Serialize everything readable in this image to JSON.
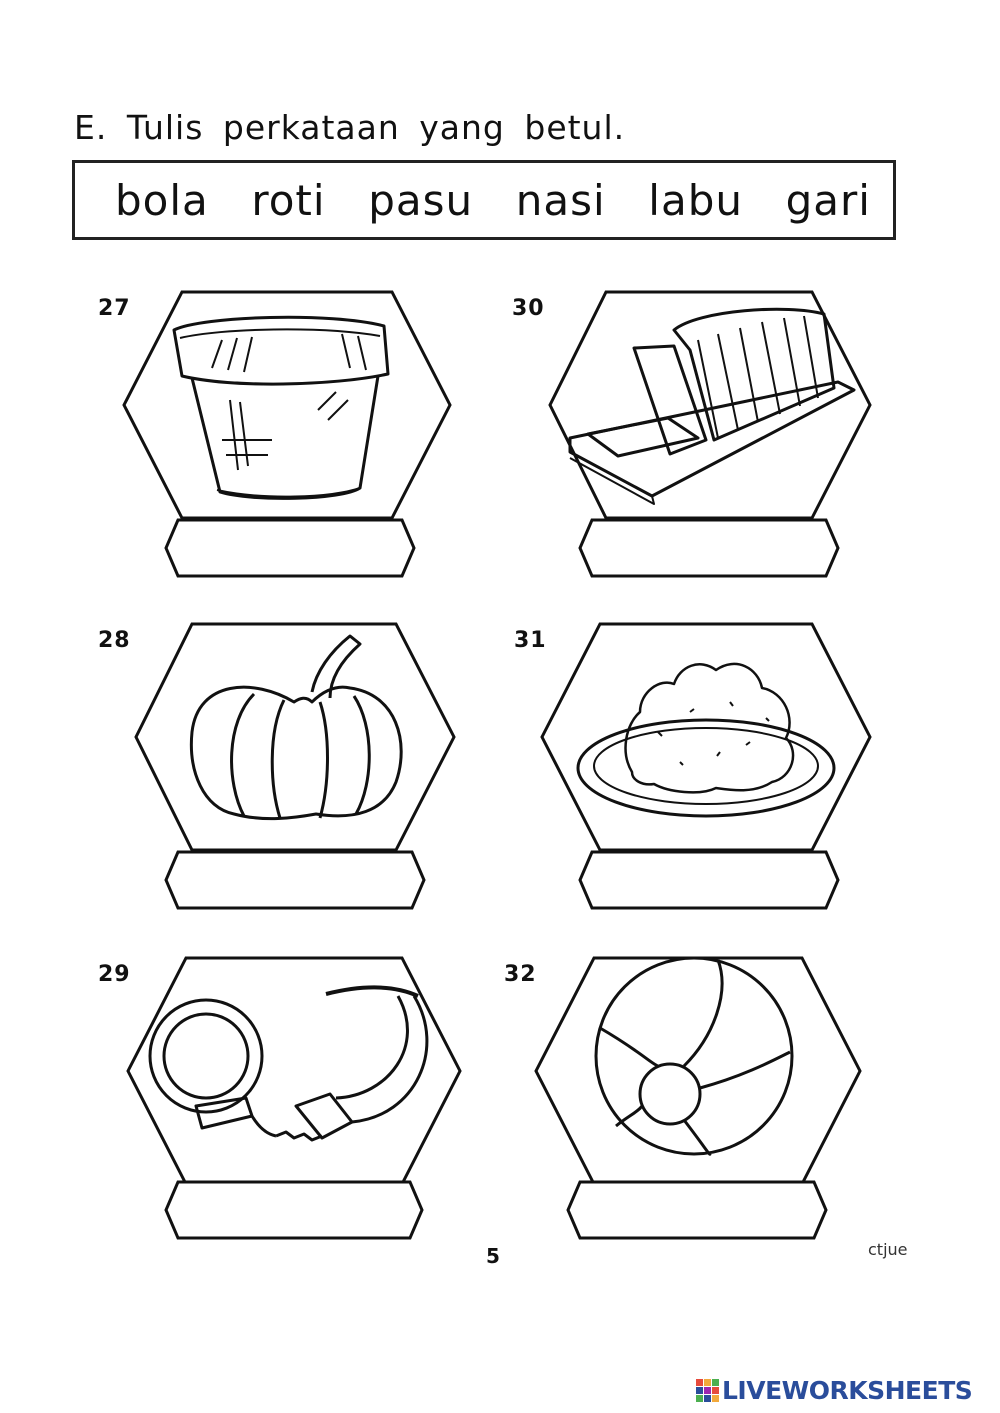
{
  "instruction": "E. Tulis perkataan yang betul.",
  "word_bank": [
    "bola",
    "roti",
    "pasu",
    "nasi",
    "labu",
    "gari"
  ],
  "questions": [
    {
      "number": "27",
      "icon": "flower-pot-icon",
      "answer": ""
    },
    {
      "number": "28",
      "icon": "pumpkin-icon",
      "answer": ""
    },
    {
      "number": "29",
      "icon": "handcuffs-icon",
      "answer": ""
    },
    {
      "number": "30",
      "icon": "bread-loaf-icon",
      "answer": ""
    },
    {
      "number": "31",
      "icon": "rice-plate-icon",
      "answer": ""
    },
    {
      "number": "32",
      "icon": "ball-icon",
      "answer": ""
    }
  ],
  "page_number": "5",
  "author": "ctjue",
  "brand": {
    "name": "LIVEWORKSHEETS",
    "color": "#2a4d9b"
  }
}
